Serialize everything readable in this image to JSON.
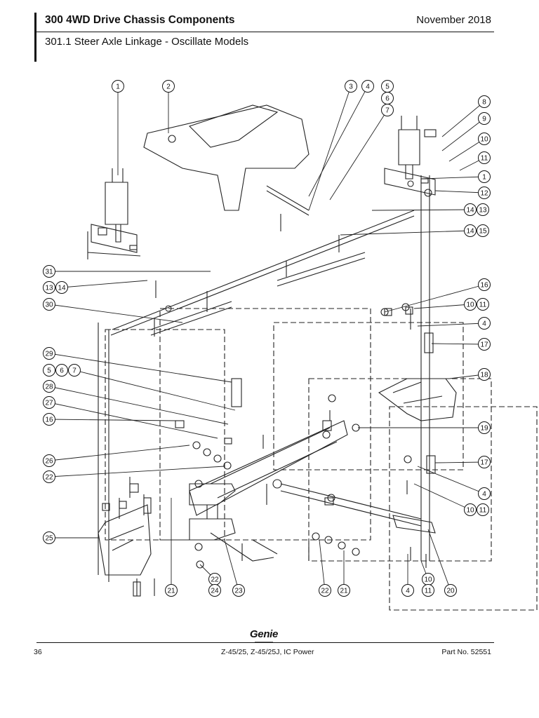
{
  "header": {
    "title": "300 4WD Drive Chassis Components",
    "date": "November 2018",
    "subtitle": "301.1 Steer Axle Linkage - Oscillate Models"
  },
  "callouts": {
    "top": [
      "1",
      "2",
      "3",
      "4",
      "5",
      "6",
      "7"
    ],
    "right": [
      "8",
      "9",
      "10",
      "11",
      "1",
      "12",
      "14",
      "13",
      "14",
      "15",
      "16",
      "10",
      "11",
      "4",
      "17",
      "18",
      "19",
      "17",
      "4",
      "10",
      "11"
    ],
    "left": [
      "31",
      "13",
      "14",
      "30",
      "29",
      "5",
      "6",
      "7",
      "28",
      "27",
      "16",
      "26",
      "22",
      "25"
    ],
    "bottom": [
      "21",
      "22",
      "24",
      "23",
      "22",
      "21",
      "4",
      "10",
      "11",
      "20"
    ]
  },
  "footer": {
    "page_number": "36",
    "model": "Z-45/25, Z-45/25J, IC Power",
    "part_number": "Part No. 52551"
  },
  "logo": {
    "text": "Genie"
  }
}
